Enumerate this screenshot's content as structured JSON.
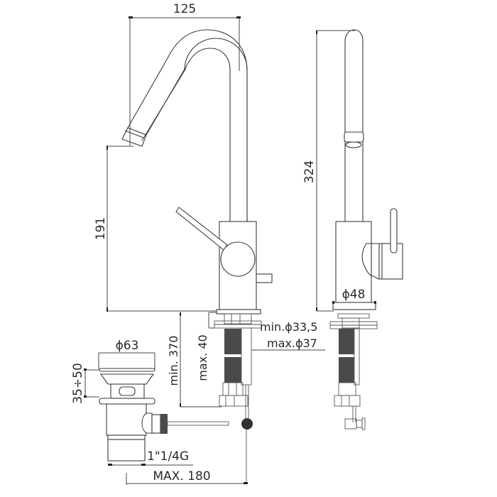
{
  "drawing": {
    "title": "Single-lever basin mixer with pop-up waste – dimensional drawing",
    "views": [
      "front-view",
      "side-view",
      "pop-up-waste-detail"
    ]
  },
  "dimensions": {
    "spout_reach": "125",
    "spout_outlet_height": "191",
    "overall_height": "324",
    "base_diameter": "ϕ48",
    "hole_min_diameter": "min.ϕ33,5",
    "hole_max_diameter": "max.ϕ37",
    "max_deck_thickness": "max. 40",
    "min_hose_length": "min. 370",
    "waste_diameter": "ϕ63",
    "waste_height_range": "35÷50",
    "waste_thread": "1\"1/4G",
    "waste_rod_max": "MAX. 180"
  },
  "colors": {
    "line": "#3a3a3a",
    "background": "#ffffff",
    "knurl": "#4a4a4a"
  }
}
